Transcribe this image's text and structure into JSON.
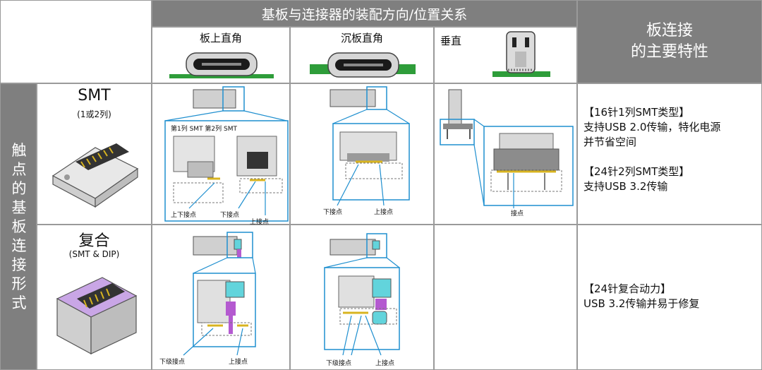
{
  "header": {
    "title": "基板与连接器的装配方向/位置关系",
    "right_title_line1": "板连接",
    "right_title_line2": "的主要特性"
  },
  "columns": [
    {
      "label": "板上直角"
    },
    {
      "label": "沉板直角"
    },
    {
      "label": "垂直"
    }
  ],
  "side_title": [
    "触",
    "点",
    "的",
    "基",
    "板",
    "连",
    "接",
    "形",
    "式"
  ],
  "rows": [
    {
      "type": "SMT",
      "subtype": "(1或2列)",
      "cells": {
        "col1": {
          "top_note": "第1列 SMT 第2列 SMT",
          "labels": [
            "上下接点",
            "下接点",
            "上接点"
          ]
        },
        "col2": {
          "labels": [
            "下接点",
            "上接点"
          ]
        },
        "col3": {
          "labels": [
            "接点"
          ]
        }
      },
      "description": "【16针1列SMT类型】\n支持USB 2.0传输，特化电源\n并节省空间\n\n【24针2列SMT类型】\n支持USB 3.2传输"
    },
    {
      "type": "复合",
      "subtype": "(SMT & DIP)",
      "cells": {
        "col1": {
          "labels": [
            "下级接点",
            "上接点"
          ]
        },
        "col2": {
          "labels": [
            "下级接点",
            "上接点"
          ]
        }
      },
      "description": "【24针复合动力】\nUSB 3.2传输并易于修复"
    }
  ],
  "colors": {
    "header_gray": "#7f7f7f",
    "border": "#9a9a9a",
    "callout_blue": "#1f8fcf",
    "pcb_green": "#2e9d3a",
    "purple": "#b45ad0",
    "cyan": "#62d4dc"
  }
}
